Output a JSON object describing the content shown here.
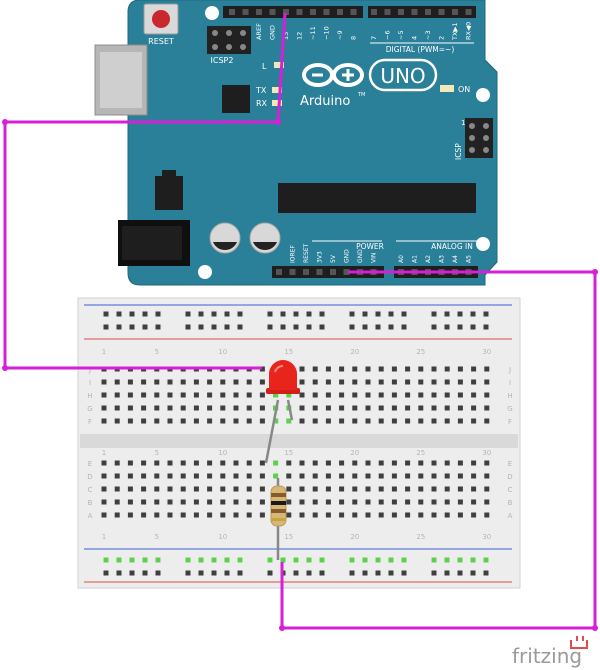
{
  "arduino": {
    "reset_label": "RESET",
    "icsp2_label": "ICSP2",
    "icsp_label": "ICSP",
    "brand_label": "Arduino",
    "tm_label": "TM",
    "model_label": "UNO",
    "l_label": "L",
    "tx_label": "TX",
    "rx_label": "RX",
    "on_label": "ON",
    "digital_label": "DIGITAL (PWM=~)",
    "power_label": "POWER",
    "analog_label": "ANALOG IN",
    "top_pins": [
      "AREF",
      "GND",
      "13",
      "12",
      "~11",
      "~10",
      "~9",
      "8",
      "7",
      "~6",
      "~5",
      "4",
      "~3",
      "2",
      "TX▶1",
      "RX◀0"
    ],
    "bottom_pins": [
      "IOREF",
      "RESET",
      "3V3",
      "5V",
      "GND",
      "GND",
      "VIN",
      "A0",
      "A1",
      "A2",
      "A3",
      "A4",
      "A5"
    ]
  },
  "breadboard": {
    "column_numbers": [
      "1",
      "5",
      "10",
      "15",
      "20",
      "25",
      "30"
    ],
    "row_letters_top": [
      "J",
      "I",
      "H",
      "G",
      "F"
    ],
    "row_letters_bottom": [
      "E",
      "D",
      "C",
      "B",
      "A"
    ]
  },
  "footer": {
    "logo_text": "fritzing"
  },
  "colors": {
    "board": "#2a7f99",
    "board_dark": "#1c5e73",
    "wire": "#d61fd6",
    "led": "#e8241c",
    "breadboard": "#eeeeee",
    "rail_red": "#e14b4b",
    "rail_blue": "#3c5fd6",
    "connected_hole": "#5bd24a"
  }
}
